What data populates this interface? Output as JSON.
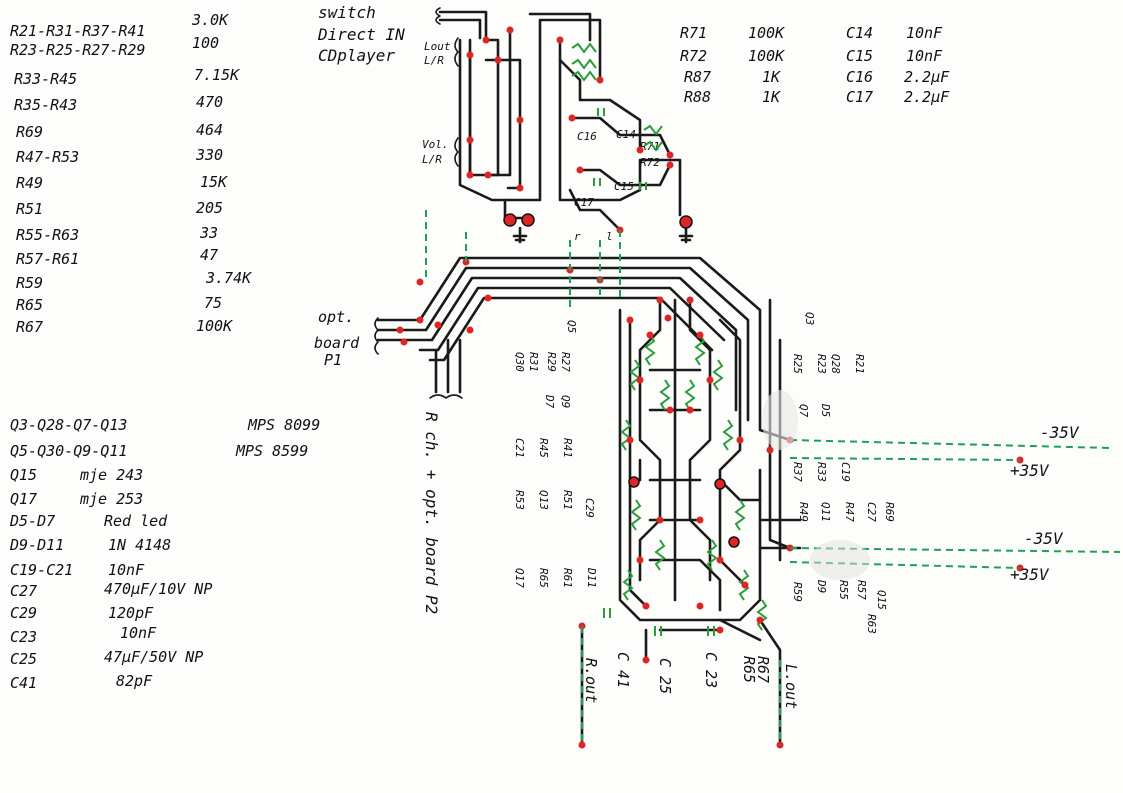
{
  "resistor_table": [
    {
      "ref": "R21-R31-R37-R41",
      "value": "3.0K"
    },
    {
      "ref": "R23-R25-R27-R29",
      "value": "100"
    },
    {
      "ref": "R33-R45",
      "value": "7.15K"
    },
    {
      "ref": "R35-R43",
      "value": "470"
    },
    {
      "ref": "R69",
      "value": "464"
    },
    {
      "ref": "R47-R53",
      "value": "330"
    },
    {
      "ref": "R49",
      "value": "15K"
    },
    {
      "ref": "R51",
      "value": "205"
    },
    {
      "ref": "R55-R63",
      "value": "33"
    },
    {
      "ref": "R57-R61",
      "value": "47"
    },
    {
      "ref": "R59",
      "value": "3.74K"
    },
    {
      "ref": "R65",
      "value": "75"
    },
    {
      "ref": "R67",
      "value": "100K"
    }
  ],
  "semi_table": [
    {
      "ref": "Q3-Q28-Q7-Q13",
      "value": "MPS 8099"
    },
    {
      "ref": "Q5-Q30-Q9-Q11",
      "value": "MPS 8599"
    },
    {
      "ref": "Q15",
      "value": "mje 243"
    },
    {
      "ref": "Q17",
      "value": "mje 253"
    },
    {
      "ref": "D5-D7",
      "value": "Red led"
    },
    {
      "ref": "D9-D11",
      "value": "1N 4148"
    },
    {
      "ref": "C19-C21",
      "value": "10nF"
    },
    {
      "ref": "C27",
      "value": "470µF/10V NP"
    },
    {
      "ref": "C29",
      "value": "120pF"
    },
    {
      "ref": "C23",
      "value": "10nF"
    },
    {
      "ref": "C25",
      "value": "47µF/50V NP"
    },
    {
      "ref": "C41",
      "value": "82pF"
    }
  ],
  "top_right_table": [
    {
      "ref": "R71",
      "value": "100K",
      "ref2": "C14",
      "value2": "10nF"
    },
    {
      "ref": "R72",
      "value": "100K",
      "ref2": "C15",
      "value2": "10nF"
    },
    {
      "ref": "R87",
      "value": "1K",
      "ref2": "C16",
      "value2": "2.2µF"
    },
    {
      "ref": "R88",
      "value": "1K",
      "ref2": "C17",
      "value2": "2.2µF"
    }
  ],
  "switch_note": {
    "line1": "switch",
    "line2": "Direct IN",
    "line3": "CDplayer"
  },
  "lout_label": "Lout",
  "lout_label2": "L/R",
  "vol_label": "Vol.",
  "vol_label2": "L/R",
  "opt_board": {
    "line1": "opt.",
    "line2": "board",
    "line3": "P1"
  },
  "rch_label": "R ch. + opt. board P2",
  "supply": {
    "minus1": "-35V",
    "plus1": "+35V",
    "minus2": "-35V",
    "plus2": "+35V"
  },
  "pcb_labels_small": {
    "c16": "C16",
    "c14": "C14",
    "r71": "R71",
    "r72": "R72",
    "c17": "C17",
    "c15": "C15",
    "r": "r",
    "l": "l"
  },
  "outputs": {
    "rout": "R.out",
    "lout": "L.out",
    "c41": "C 41",
    "c25": "C 25",
    "c23": "C 23",
    "r65": "R65",
    "r67": "R67"
  },
  "left_col_labels": [
    "Q5",
    "R27",
    "Q30",
    "R29",
    "R31",
    "Q9",
    "D7",
    "C21",
    "R41",
    "R45",
    "R53",
    "Q13",
    "R51",
    "C29",
    "Q17",
    "R65",
    "R61",
    "D11"
  ],
  "right_col_labels": [
    "Q3",
    "R25",
    "R23",
    "Q28",
    "R21",
    "D5",
    "Q7",
    "R37",
    "R33",
    "C19",
    "R49",
    "Q11",
    "R47",
    "C27",
    "R69",
    "D9",
    "R55",
    "R57",
    "Q15",
    "R59",
    "R63"
  ],
  "colors": {
    "trace": "#1a1a1a",
    "pad": "#e02424",
    "jumper": "#1fa05a",
    "paper": "#fdfdfb"
  }
}
